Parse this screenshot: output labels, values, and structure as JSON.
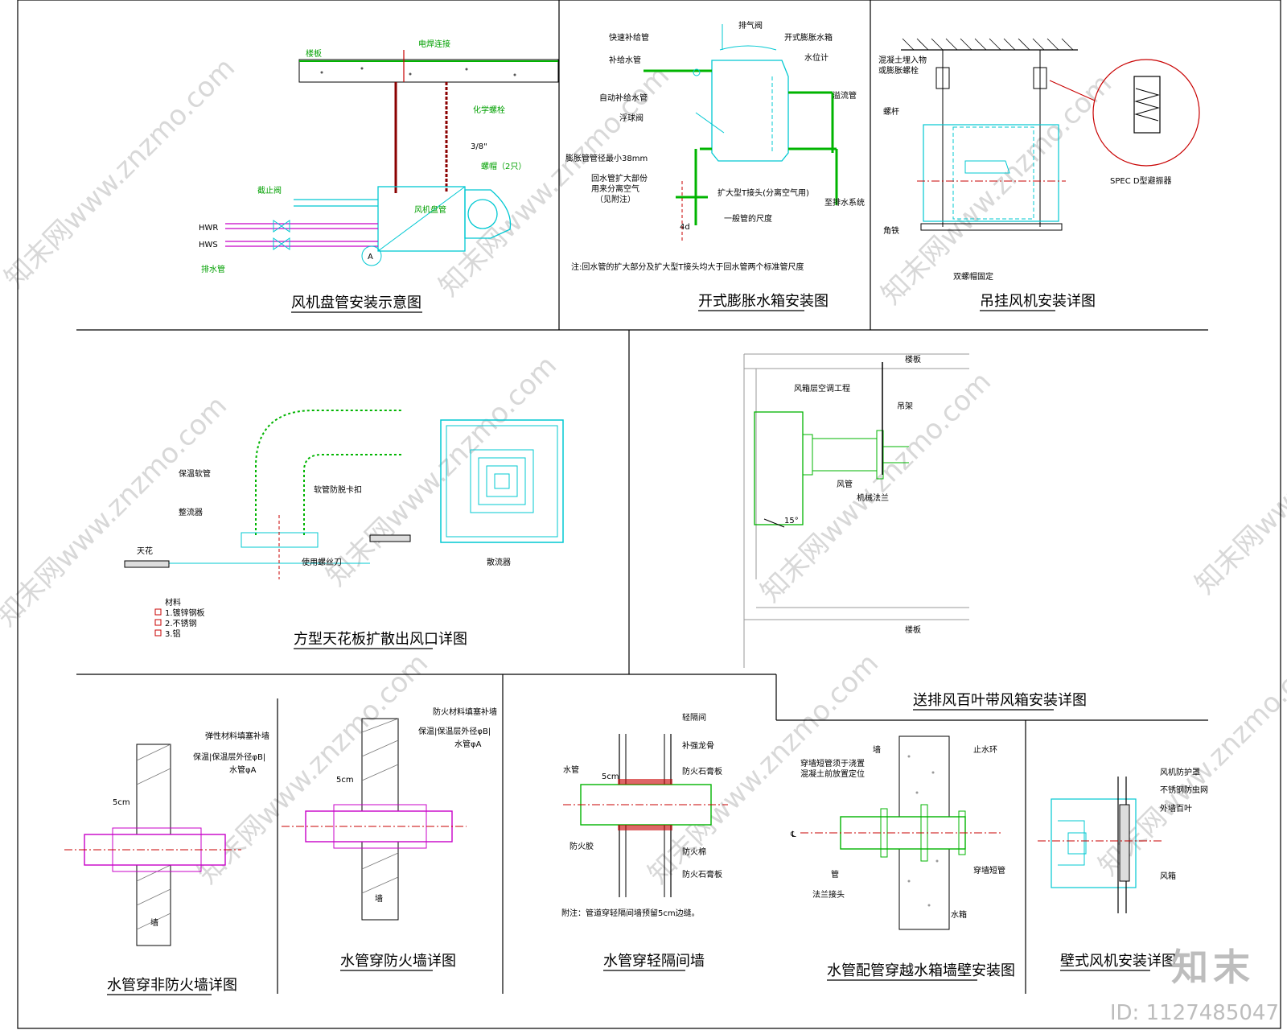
{
  "watermark": {
    "text": "知末网www.znzmo.com",
    "brand": "知末",
    "id": "ID: 1127485047"
  },
  "colors": {
    "cyan": "#00c8d2",
    "green": "#00b400",
    "magenta": "#c800c8",
    "red": "#c80000",
    "line": "#000000"
  },
  "panel1": {
    "title": "风机盘管安装示意图",
    "labels": {
      "floor": "楼板",
      "weld": "电焊连接",
      "anchor": "化学螺栓",
      "rod": "3/8\"",
      "nut": "螺帽（2只）",
      "valve": "截止阀",
      "unit": "风机盘管",
      "hwr": "HWR",
      "hws": "HWS",
      "drain": "排水管",
      "a": "A"
    }
  },
  "panel2": {
    "title": "开式膨胀水箱安装图",
    "labels": {
      "vent": "排气阀",
      "tank": "开式膨胀水箱",
      "level": "水位计",
      "fast": "快速补给管",
      "makeup": "补给水管",
      "auto": "自动补给水管",
      "float": "浮球阀",
      "overflow": "溢流管",
      "exp": "膨胀管管径最小38mm",
      "ret1": "回水管扩大部份",
      "ret2": "用来分离空气",
      "ret3": "（见附注）",
      "tee": "扩大型T接头(分离空气用)",
      "normal": "一般管的尺度",
      "sys": "至排水系统",
      "d4": "4d",
      "note": "注:回水管的扩大部分及扩大型T接头均大于回水管两个标准管尺度"
    }
  },
  "panel3": {
    "title": "吊挂风机安装详图",
    "labels": {
      "bolt1": "混凝土埋入物",
      "bolt2": "或膨胀螺栓",
      "rod": "螺杆",
      "angle": "角铁",
      "nut": "双螺帽固定",
      "spec": "SPEC  D型避振器"
    }
  },
  "panel4": {
    "title": "方型天花板扩散出风口详图",
    "labels": {
      "hose": "保温软管",
      "clamp": "软管防脱卡扣",
      "damper": "整流器",
      "ceiling": "天花",
      "screw": "使用螺丝刀",
      "diffuser": "散流器",
      "mat": "材料",
      "m1": "1.镀锌钢板",
      "m2": "2.不锈钢",
      "m3": "3.铝"
    }
  },
  "panel5": {
    "title": "送排风百叶带风箱安装详图",
    "labels": {
      "floor1": "楼板",
      "box": "风箱层空调工程",
      "hanger": "吊架",
      "duct": "风管",
      "flange": "机械法兰",
      "angle": "15°",
      "floor2": "楼板"
    }
  },
  "panel6": {
    "title": "水管穿非防火墙详图",
    "labels": {
      "fill": "弹性材料填塞补墙",
      "ins": "保温|保温层外径φB|",
      "pipe": "水管φA",
      "gap": "5cm",
      "wall": "墙"
    }
  },
  "panel7": {
    "title": "水管穿防火墙详图",
    "labels": {
      "fill": "防火材料填塞补墙",
      "ins": "保温|保温层外径φB|",
      "pipe": "水管φA",
      "gap": "5cm",
      "wall": "墙"
    }
  },
  "panel8": {
    "title": "水管穿轻隔间墙",
    "labels": {
      "wall": "轻隔间",
      "frame": "补强龙骨",
      "board1": "防火石膏板",
      "pipe": "水管",
      "glue": "防火胶",
      "cotton": "防火棉",
      "board2": "防火石膏板",
      "gap": "5cm",
      "note": "附注：管道穿轻隔间墙预留5cm边缝。"
    }
  },
  "panel9": {
    "title": "水管配管穿越水箱墙壁安装图",
    "labels": {
      "wall": "墙",
      "ring": "止水环",
      "sleeve1": "穿墙短管须于浇置",
      "sleeve2": "混凝土前放置定位",
      "pipe": "管",
      "flange": "法兰接头",
      "short": "穿墙短管",
      "tank": "水箱",
      "cl": "℄"
    }
  },
  "panel10": {
    "title": "壁式风机安装详图",
    "labels": {
      "rain": "风机防护罩",
      "net": "不锈钢防虫网",
      "louver": "外墙百叶",
      "fan": "风箱"
    }
  }
}
